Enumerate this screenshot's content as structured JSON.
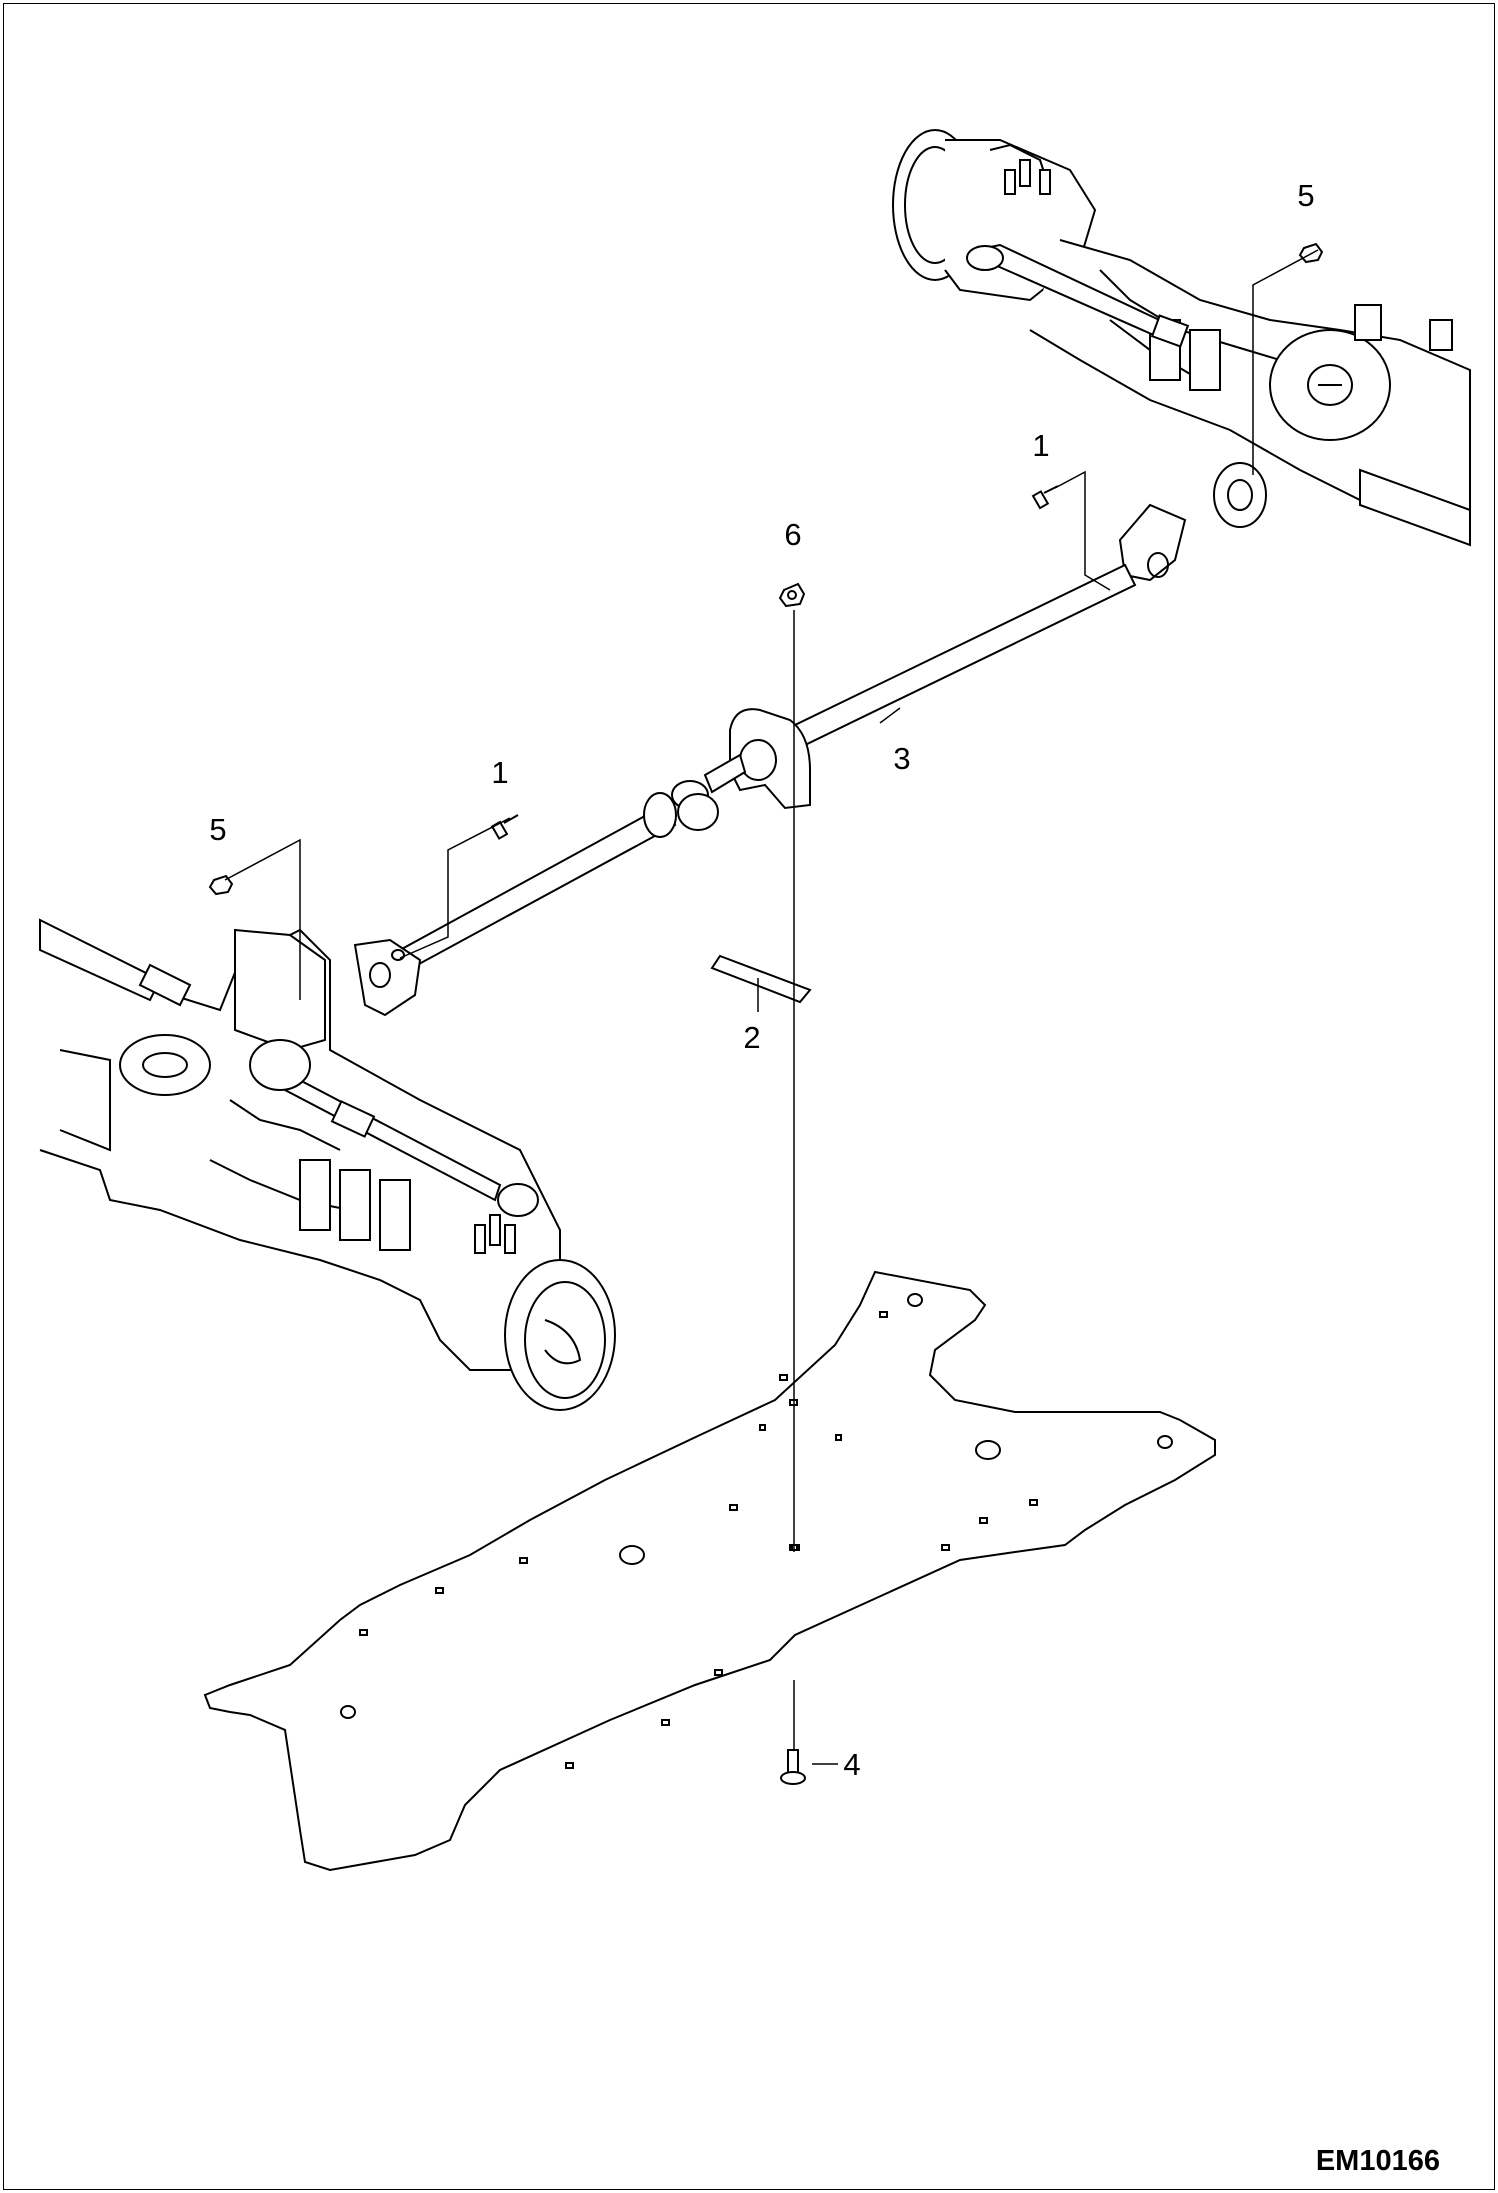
{
  "drawing_code": "EM10166",
  "callouts": {
    "c1": "5",
    "c2": "1",
    "c3": "6",
    "c4": "3",
    "c5": "1",
    "c6": "5",
    "c7": "2",
    "c8": "4"
  }
}
